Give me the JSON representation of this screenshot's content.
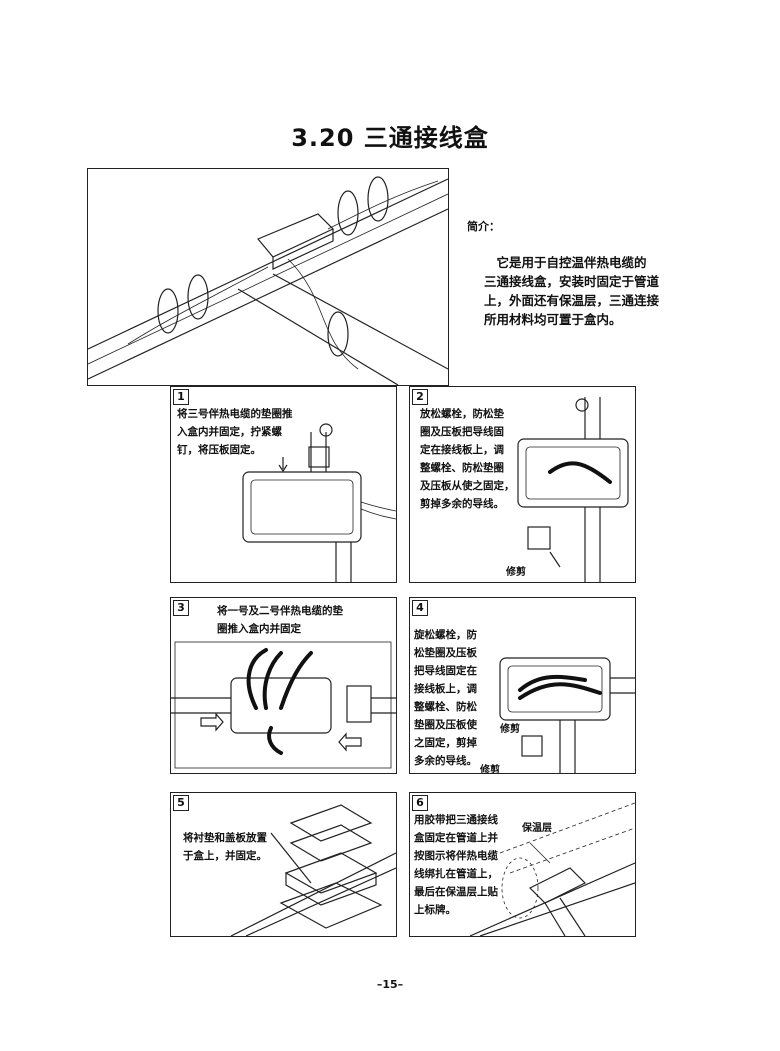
{
  "page": {
    "title": "3.20  三通接线盒",
    "page_number": "–15–"
  },
  "intro": {
    "heading": "简介：",
    "lines": [
      "　它是用于自控温伴热电缆的",
      "三通接线盒，安装时固定于管道",
      "上，外面还有保温层，三通连接",
      "所用材料均可置于盒内。"
    ]
  },
  "steps": [
    {
      "number": "1",
      "lines": [
        "将三号伴热电缆的垫圈推",
        "入盒内并固定，拧紧螺",
        "钉，将压板固定。"
      ]
    },
    {
      "number": "2",
      "lines": [
        "放松螺栓，防松垫",
        "圈及压板把导线固",
        "定在接线板上，调",
        "整螺栓、防松垫圈",
        "及压板从使之固定，",
        "剪掉多余的导线。"
      ],
      "label": "修剪"
    },
    {
      "number": "3",
      "lines": [
        "将一号及二号伴热电缆的垫",
        "圈推入盒内并固定"
      ]
    },
    {
      "number": "4",
      "lines": [
        "旋松螺栓，防",
        "松垫圈及压板",
        "把导线固定在",
        "接线板上，调",
        "整螺栓、防松",
        "垫圈及压板使",
        "之固定，剪掉",
        "多余的导线。"
      ],
      "labels": [
        "修剪",
        "修剪"
      ]
    },
    {
      "number": "5",
      "lines": [
        "将衬垫和盖板放置",
        "于盒上，并固定。"
      ]
    },
    {
      "number": "6",
      "lines": [
        "用胶带把三通接线",
        "盒固定在管道上并",
        "按图示将伴热电缆",
        "线绑扎在管道上，",
        "最后在保温层上贴",
        "上标牌。"
      ],
      "label": "保温层"
    }
  ]
}
